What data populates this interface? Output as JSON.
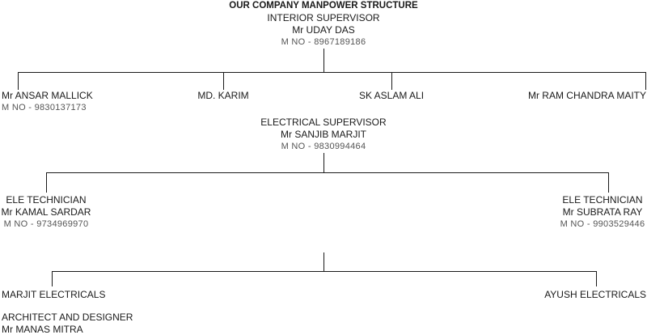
{
  "title": "OUR COMPANY MANPOWER STRUCTURE",
  "interior": {
    "role": "INTERIOR SUPERVISOR",
    "name": "Mr UDAY DAS",
    "mobile": "M NO - 8967189186"
  },
  "interior_team": [
    {
      "name": "Mr ANSAR MALLICK",
      "mobile": "M NO - 9830137173"
    },
    {
      "name": "MD. KARIM"
    },
    {
      "name": "SK ASLAM ALI"
    },
    {
      "name": "Mr RAM CHANDRA MAITY"
    }
  ],
  "electrical": {
    "role": "ELECTRICAL SUPERVISOR",
    "name": "Mr SANJIB MARJIT",
    "mobile": "M NO - 9830994464"
  },
  "technicians": [
    {
      "role": "ELE TECHNICIAN",
      "name": "Mr KAMAL SARDAR",
      "mobile": "M NO - 9734969970"
    },
    {
      "role": "ELE TECHNICIAN",
      "name": "Mr SUBRATA RAY",
      "mobile": "M NO - 9903529446"
    }
  ],
  "contractors": [
    "MARJIT ELECTRICALS",
    "AYUSH ELECTRICALS"
  ],
  "architect": {
    "role": "ARCHITECT AND DESIGNER",
    "name": "Mr MANAS MITRA"
  }
}
